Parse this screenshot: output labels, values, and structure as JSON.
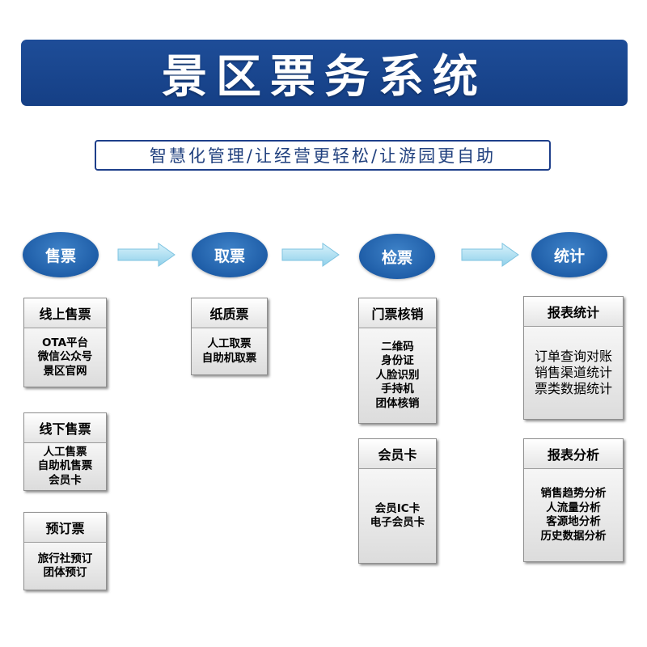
{
  "title": "景区票务系统",
  "subtitle": "智慧化管理/让经营更轻松/让游园更自助",
  "colors": {
    "banner": "#1b4a94",
    "circle": "#2566b0",
    "arrow": "#a6dcf0",
    "frame": "#1e3f8a"
  },
  "stages": [
    {
      "label": "售票"
    },
    {
      "label": "取票"
    },
    {
      "label": "检票"
    },
    {
      "label": "统计"
    }
  ],
  "boxes": {
    "online_sales": {
      "title": "线上售票",
      "lines": [
        "OTA平台",
        "微信公众号",
        "景区官网"
      ]
    },
    "offline_sales": {
      "title": "线下售票",
      "lines": [
        "人工售票",
        "自助机售票",
        "会员卡"
      ]
    },
    "booking": {
      "title": "预订票",
      "lines": [
        "旅行社预订",
        "团体预订"
      ]
    },
    "paper_ticket": {
      "title": "纸质票",
      "lines": [
        "人工取票",
        "自助机取票"
      ]
    },
    "gate_check": {
      "title": "门票核销",
      "lines": [
        "二维码",
        "身份证",
        "人脸识别",
        "手持机",
        "团体核销"
      ]
    },
    "member_card": {
      "title": "会员卡",
      "lines": [
        "会员IC卡",
        "电子会员卡"
      ]
    },
    "report_stats": {
      "title": "报表统计",
      "lines": [
        "订单查询对账",
        "销售渠道统计",
        "票类数据统计"
      ]
    },
    "report_analysis": {
      "title": "报表分析",
      "lines": [
        "销售趋势分析",
        "人流量分析",
        "客源地分析",
        "历史数据分析"
      ]
    }
  }
}
